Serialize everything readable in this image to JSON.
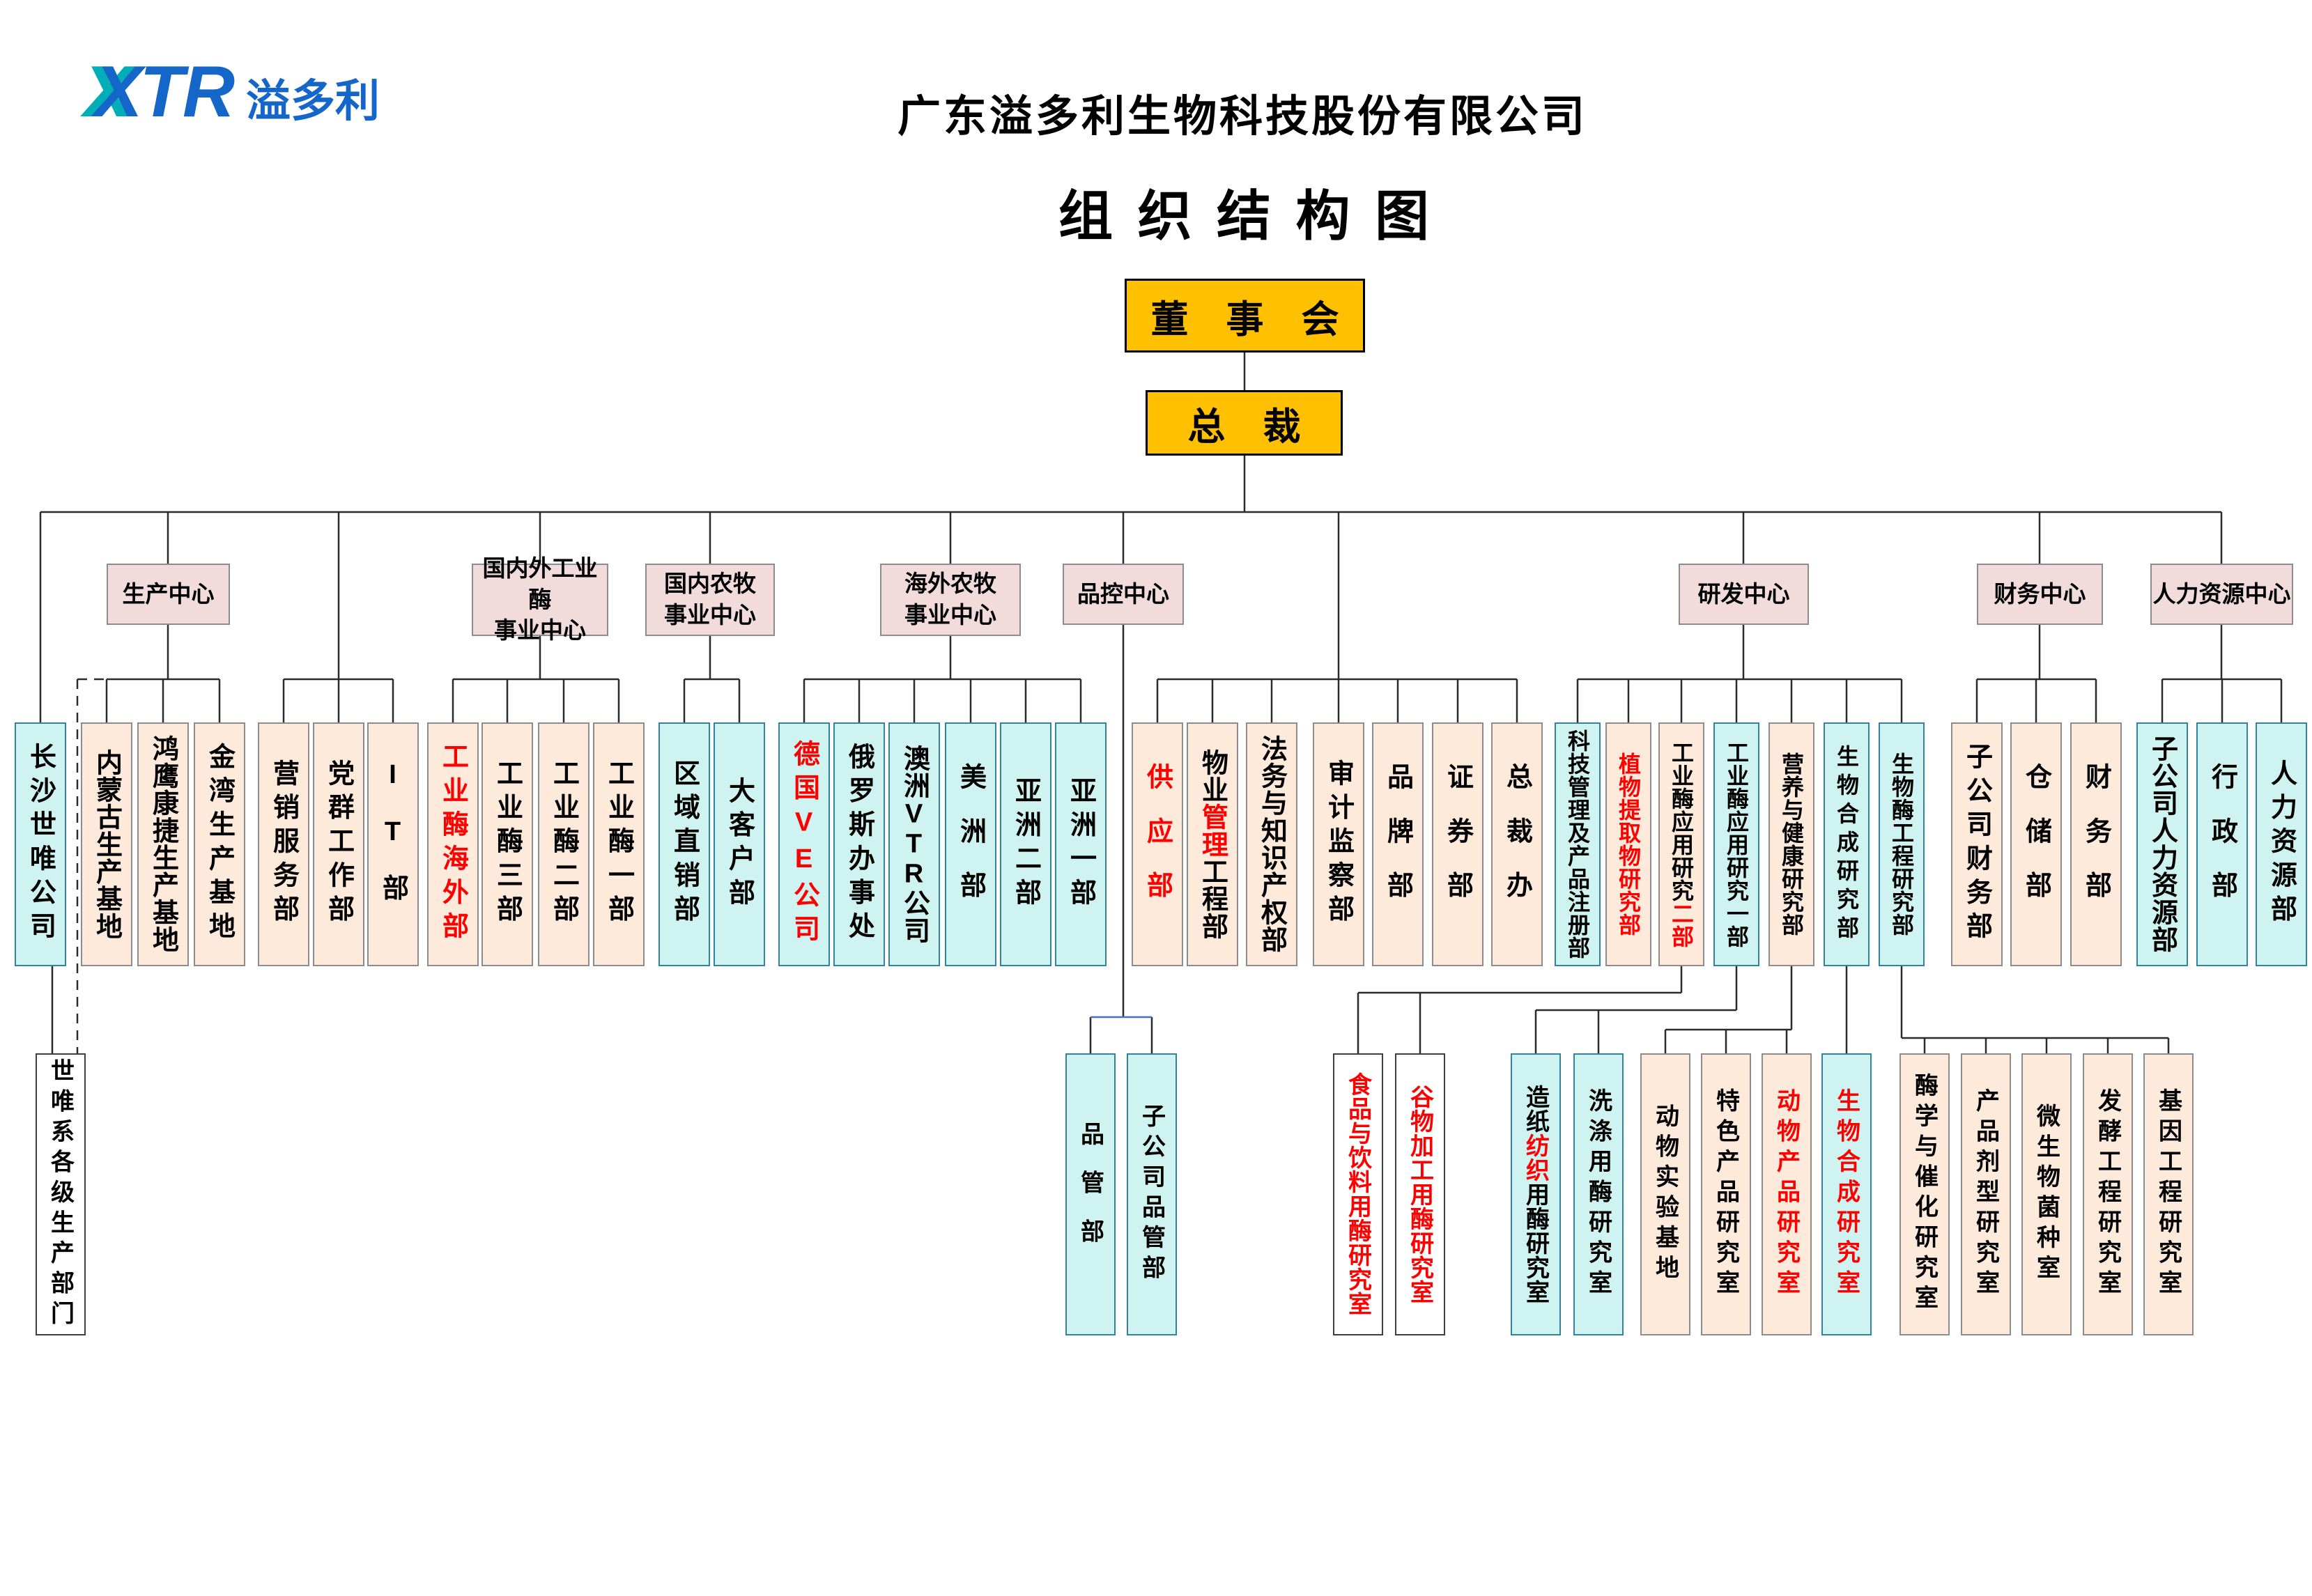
{
  "header": {
    "logo": {
      "x1": "X",
      "x2": "X",
      "tr": "TR",
      "name": "溢多利"
    },
    "company_name": "广东溢多利生物科技股份有限公司",
    "chart_title": "组 织 结 构 图"
  },
  "top": {
    "board": "董　事　会",
    "president": "总　裁"
  },
  "centers": [
    {
      "label": "生产中心"
    },
    {
      "label": "国内外工业酶\n事业中心"
    },
    {
      "label": "国内农牧\n事业中心"
    },
    {
      "label": "海外农牧\n事业中心"
    },
    {
      "label": "品控中心"
    },
    {
      "label": "研发中心"
    },
    {
      "label": "财务中心"
    },
    {
      "label": "人力资源中心"
    }
  ],
  "departments": [
    {
      "label": "长沙世唯公司",
      "fill": "cyan",
      "reports_to": "总裁"
    },
    {
      "label": "内蒙古生产基地",
      "fill": "peach",
      "reports_to": "生产中心"
    },
    {
      "label": "鸿鹰康捷生产基地",
      "fill": "peach",
      "reports_to": "生产中心"
    },
    {
      "label": "金湾生产基地",
      "fill": "peach",
      "reports_to": "生产中心"
    },
    {
      "label": "营销服务部",
      "fill": "peach",
      "reports_to": "总裁"
    },
    {
      "label": "党群工作部",
      "fill": "peach",
      "reports_to": "总裁"
    },
    {
      "label": "IT部",
      "fill": "peach",
      "reports_to": "总裁"
    },
    {
      "label": "工业酶海外部",
      "fill": "peach",
      "red": true,
      "reports_to": "国内外工业酶事业中心"
    },
    {
      "label": "工业酶三部",
      "fill": "peach",
      "reports_to": "国内外工业酶事业中心"
    },
    {
      "label": "工业酶二部",
      "fill": "peach",
      "reports_to": "国内外工业酶事业中心"
    },
    {
      "label": "工业酶一部",
      "fill": "peach",
      "reports_to": "国内外工业酶事业中心"
    },
    {
      "label": "区域直销部",
      "fill": "cyan",
      "reports_to": "国内农牧事业中心"
    },
    {
      "label": "大客户部",
      "fill": "cyan",
      "reports_to": "国内农牧事业中心"
    },
    {
      "label": "德国VE公司",
      "fill": "cyan",
      "red": true,
      "reports_to": "海外农牧事业中心"
    },
    {
      "label": "俄罗斯办事处",
      "fill": "cyan",
      "reports_to": "海外农牧事业中心"
    },
    {
      "label": "澳洲VTR公司",
      "fill": "cyan",
      "reports_to": "海外农牧事业中心"
    },
    {
      "label": "美洲部",
      "fill": "cyan",
      "reports_to": "海外农牧事业中心"
    },
    {
      "label": "亚洲二部",
      "fill": "cyan",
      "reports_to": "海外农牧事业中心"
    },
    {
      "label": "亚洲一部",
      "fill": "cyan",
      "reports_to": "海外农牧事业中心"
    },
    {
      "label": "供应部",
      "fill": "peach",
      "red": true,
      "reports_to": "总裁"
    },
    {
      "label": "物业管理工程部",
      "fill": "peach",
      "reports_to": "总裁",
      "segments": [
        {
          "text": "物业",
          "red": false
        },
        {
          "text": "管理",
          "red": true
        },
        {
          "text": "工程部",
          "red": false
        }
      ]
    },
    {
      "label": "法务与知识产权部",
      "fill": "peach",
      "reports_to": "总裁"
    },
    {
      "label": "审计监察部",
      "fill": "peach",
      "reports_to": "总裁"
    },
    {
      "label": "品牌部",
      "fill": "peach",
      "reports_to": "总裁"
    },
    {
      "label": "证券部",
      "fill": "peach",
      "reports_to": "总裁"
    },
    {
      "label": "总裁办",
      "fill": "peach",
      "reports_to": "总裁"
    },
    {
      "label": "科技管理及产品注册部",
      "fill": "cyan",
      "reports_to": "研发中心"
    },
    {
      "label": "植物提取物研究部",
      "fill": "peach",
      "red": true,
      "reports_to": "研发中心"
    },
    {
      "label": "工业酶应用研究二部",
      "fill": "peach",
      "reports_to": "研发中心",
      "segments": [
        {
          "text": "工业酶应用研究",
          "red": false
        },
        {
          "text": "二部",
          "red": true
        }
      ]
    },
    {
      "label": "工业酶应用研究一部",
      "fill": "cyan",
      "reports_to": "研发中心"
    },
    {
      "label": "营养与健康研究部",
      "fill": "peach",
      "reports_to": "研发中心"
    },
    {
      "label": "生物合成研究部",
      "fill": "cyan",
      "reports_to": "研发中心"
    },
    {
      "label": "生物酶工程研究部",
      "fill": "cyan",
      "reports_to": "研发中心"
    },
    {
      "label": "子公司财务部",
      "fill": "peach",
      "reports_to": "财务中心"
    },
    {
      "label": "仓储部",
      "fill": "peach",
      "reports_to": "财务中心"
    },
    {
      "label": "财务部",
      "fill": "peach",
      "reports_to": "财务中心"
    },
    {
      "label": "子公司人力资源部",
      "fill": "cyan",
      "reports_to": "人力资源中心"
    },
    {
      "label": "行政部",
      "fill": "cyan",
      "reports_to": "人力资源中心"
    },
    {
      "label": "人力资源部",
      "fill": "cyan",
      "reports_to": "人力资源中心"
    }
  ],
  "units": [
    {
      "label": "世唯系各级生产部门",
      "fill": "white",
      "reports_to": "长沙世唯公司",
      "dashed_link": true
    },
    {
      "label": "品管部",
      "fill": "cyan",
      "reports_to": "品控中心"
    },
    {
      "label": "子公司品管部",
      "fill": "cyan",
      "reports_to": "品控中心"
    },
    {
      "label": "食品与饮料用酶研究室",
      "fill": "white",
      "red": true,
      "reports_to": "工业酶应用研究二部"
    },
    {
      "label": "谷物加工用酶研究室",
      "fill": "white",
      "red": true,
      "reports_to": "工业酶应用研究二部"
    },
    {
      "label": "造纸纺织用酶研究室",
      "fill": "cyan",
      "reports_to": "工业酶应用研究一部",
      "segments": [
        {
          "text": "造纸",
          "red": false
        },
        {
          "text": "纺织",
          "red": true
        },
        {
          "text": "用酶研究室",
          "red": false
        }
      ]
    },
    {
      "label": "洗涤用酶研究室",
      "fill": "cyan",
      "reports_to": "工业酶应用研究一部"
    },
    {
      "label": "动物实验基地",
      "fill": "peach",
      "reports_to": "营养与健康研究部"
    },
    {
      "label": "特色产品研究室",
      "fill": "peach",
      "reports_to": "营养与健康研究部"
    },
    {
      "label": "动物产品研究室",
      "fill": "peach",
      "red": true,
      "reports_to": "营养与健康研究部"
    },
    {
      "label": "生物合成研究室",
      "fill": "cyan",
      "red": true,
      "reports_to": "生物合成研究部"
    },
    {
      "label": "酶学与催化研究室",
      "fill": "peach",
      "reports_to": "生物酶工程研究部"
    },
    {
      "label": "产品剂型研究室",
      "fill": "peach",
      "reports_to": "生物酶工程研究部"
    },
    {
      "label": "微生物菌种室",
      "fill": "peach",
      "reports_to": "生物酶工程研究部"
    },
    {
      "label": "发酵工程研究室",
      "fill": "peach",
      "reports_to": "生物酶工程研究部"
    },
    {
      "label": "基因工程研究室",
      "fill": "peach",
      "reports_to": "生物酶工程研究部"
    }
  ],
  "colors": {
    "gold": "#FFC000",
    "rose": "#F2DCDB",
    "peach": "#FDEADA",
    "cyan": "#CFF3F1",
    "white": "#FFFFFF",
    "red": "#FF0000",
    "line": "#2B2B2B",
    "quality_bracket_blue": "#4472C4",
    "logo_teal": "#00AEB8",
    "logo_blue": "#1467C8"
  }
}
